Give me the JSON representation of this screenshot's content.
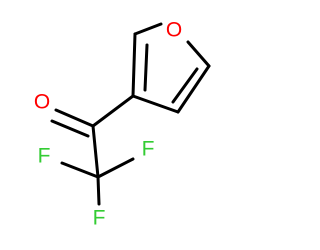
{
  "molecule": {
    "atoms": {
      "ring_oxygen": "O",
      "carbonyl_oxygen": "O",
      "fluorine_1": "F",
      "fluorine_2": "F",
      "fluorine_3": "F"
    },
    "colors": {
      "bond": "#000000",
      "oxygen": "#ff0000",
      "fluorine": "#33cc33"
    }
  }
}
